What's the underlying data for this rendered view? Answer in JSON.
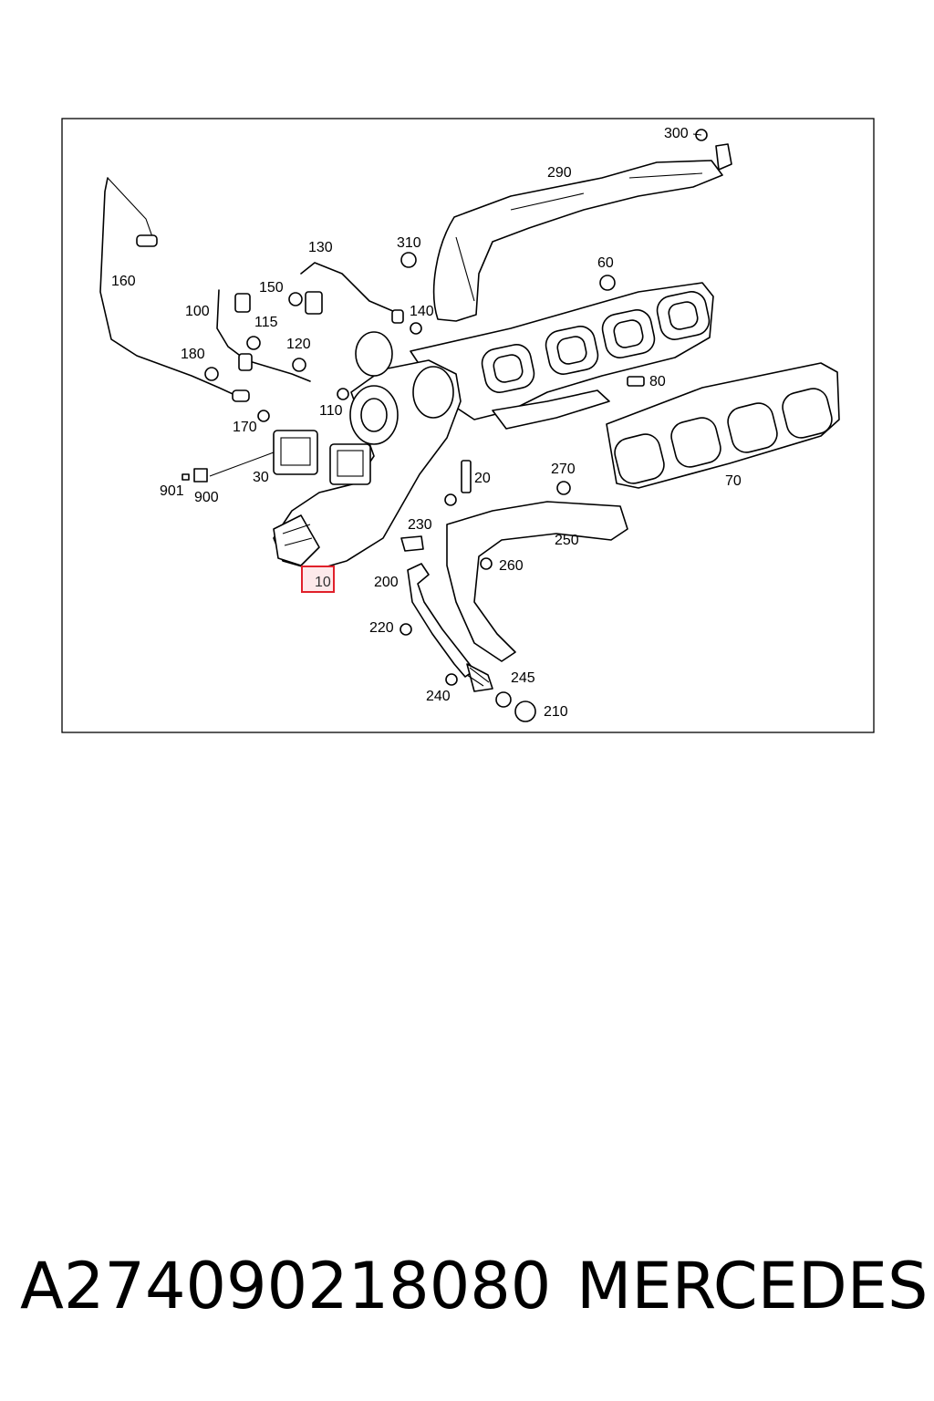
{
  "diagram": {
    "callouts": {
      "c300": "300",
      "c290": "290",
      "c310": "310",
      "c130": "130",
      "c160": "160",
      "c150": "150",
      "c140": "140",
      "c60": "60",
      "c100": "100",
      "c115": "115",
      "c180": "180",
      "c120": "120",
      "c80": "80",
      "c110": "110",
      "c170": "170",
      "c30": "30",
      "c901": "901",
      "c900": "900",
      "c20": "20",
      "c270": "270",
      "c70": "70",
      "c230": "230",
      "c250": "250",
      "c260": "260",
      "c200": "200",
      "c10": "10",
      "c220": "220",
      "c245": "245",
      "c240": "240",
      "c210": "210"
    },
    "highlight_color": "#e0202a",
    "highlighted_callout": "10"
  },
  "footer": {
    "part_number": "A274090218080",
    "brand": "MERCEDES"
  }
}
